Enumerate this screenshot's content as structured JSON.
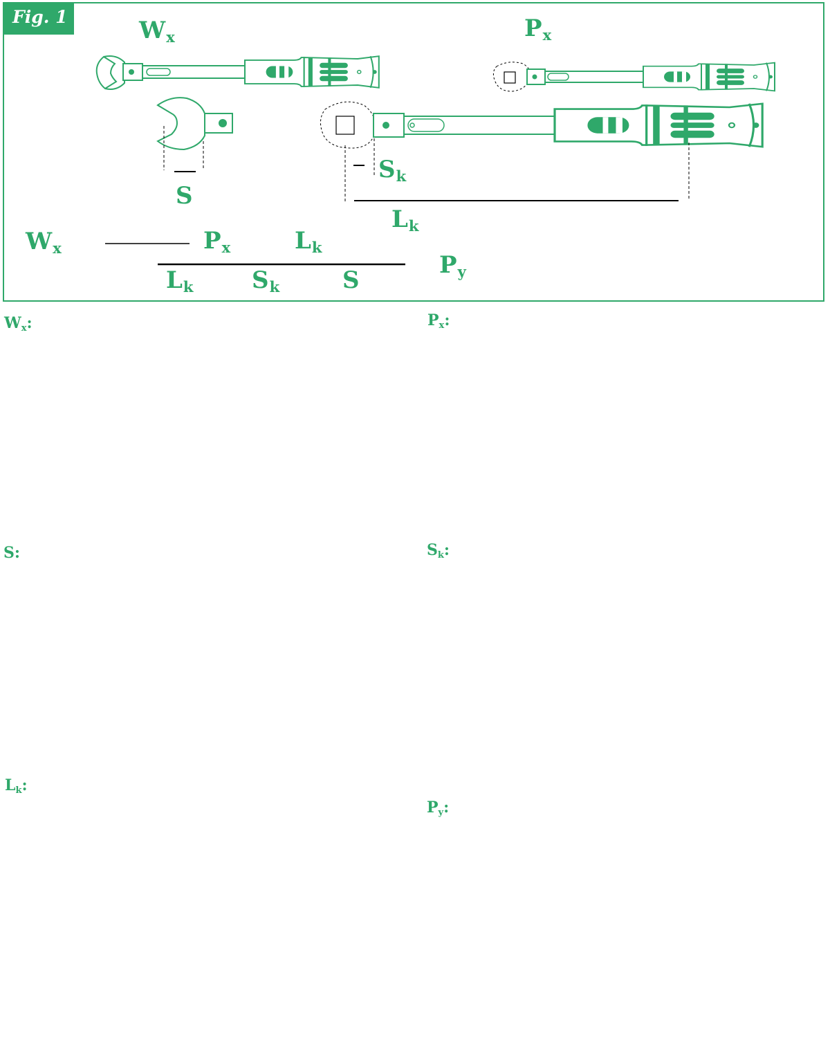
{
  "figure": {
    "tag": "Fig. 1"
  },
  "colors": {
    "accent": "#2fa86a",
    "line": "#000000"
  },
  "diagram_labels": {
    "wx": {
      "main": "W",
      "sub": "x"
    },
    "px": {
      "main": "P",
      "sub": "x"
    },
    "s": {
      "main": "S"
    },
    "sk": {
      "main": "S",
      "sub": "k"
    },
    "lk": {
      "main": "L",
      "sub": "k"
    }
  },
  "formula": {
    "wx": {
      "main": "W",
      "sub": "x"
    },
    "px": {
      "main": "P",
      "sub": "x"
    },
    "lk": {
      "main": "L",
      "sub": "k"
    },
    "den_lk": {
      "main": "L",
      "sub": "k"
    },
    "den_sk": {
      "main": "S",
      "sub": "k"
    },
    "den_s": {
      "main": "S"
    },
    "py": {
      "main": "P",
      "sub": "y"
    }
  },
  "definitions": {
    "wx": {
      "main": "W",
      "sub": "x",
      "colon": ":"
    },
    "px": {
      "main": "P",
      "sub": "x",
      "colon": ":"
    },
    "s": {
      "main": "S",
      "colon": ":"
    },
    "sk": {
      "main": "S",
      "sub": "k",
      "colon": ":"
    },
    "lk": {
      "main": "L",
      "sub": "k",
      "colon": ":"
    },
    "py": {
      "main": "P",
      "sub": "y",
      "colon": ":"
    }
  },
  "icons": [
    "open-end-insert-wrench-icon",
    "open-end-insert-icon",
    "square-drive-wrench-small-icon",
    "square-drive-wrench-large-icon"
  ]
}
